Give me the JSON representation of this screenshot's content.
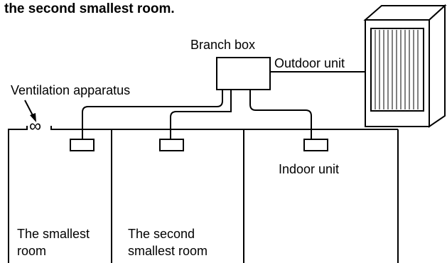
{
  "heading": "the second smallest room.",
  "labels": {
    "branch_box": "Branch box",
    "outdoor_unit": "Outdoor unit",
    "ventilation_apparatus": "Ventilation apparatus",
    "ventilation_symbol": "∞",
    "indoor_unit": "Indoor unit",
    "room_smallest_line1": "The smallest",
    "room_smallest_line2": "room",
    "room_second_line1": "The second",
    "room_second_line2": "smallest room"
  }
}
